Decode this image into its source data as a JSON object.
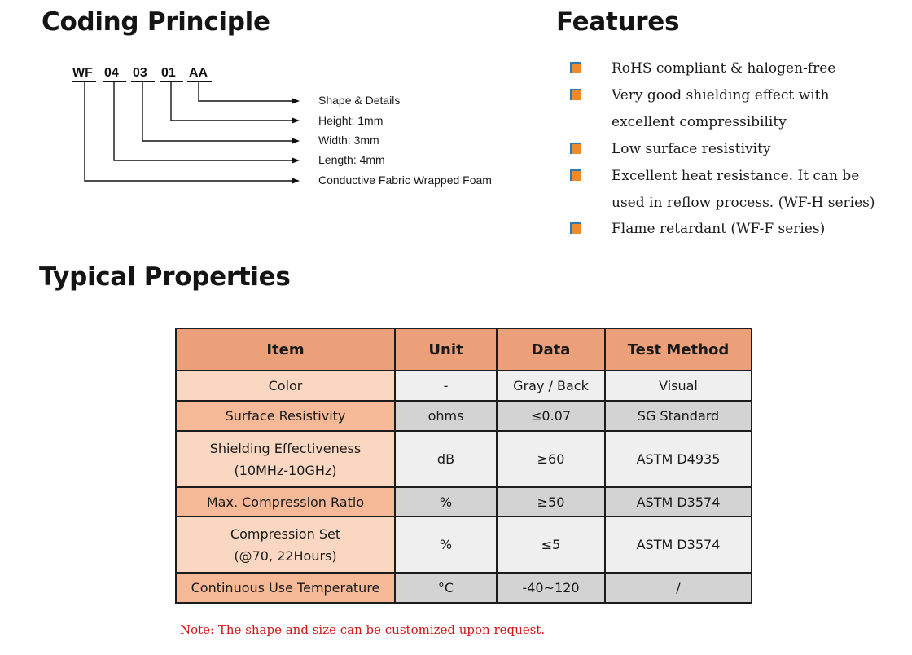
{
  "coding": {
    "title": "Coding Principle",
    "parts": [
      "WF",
      "04",
      "03",
      "01",
      "AA"
    ],
    "labels": [
      "Shape & Details",
      "Height: 1mm",
      "Width: 3mm",
      "Length: 4mm",
      "Conductive Fabric Wrapped Foam"
    ]
  },
  "features": {
    "title": "Features",
    "items": [
      "RoHS compliant & halogen-free",
      "Very good shielding effect with excellent compressibility",
      "Low surface resistivity",
      "Excellent heat resistance. It can be used in reflow process. (WF-H series)",
      "Flame retardant (WF-F series)"
    ]
  },
  "properties": {
    "title": "Typical Properties",
    "headers": [
      "Item",
      "Unit",
      "Data",
      "Test Method"
    ],
    "rows": [
      {
        "item": "Color",
        "item2": "",
        "unit": "-",
        "data": "Gray / Back",
        "method": "Visual"
      },
      {
        "item": "Surface Resistivity",
        "item2": "",
        "unit": "ohms",
        "data": "≤0.07",
        "method": "SG Standard"
      },
      {
        "item": "Shielding Effectiveness",
        "item2": "(10MHz-10GHz)",
        "unit": "dB",
        "data": "≥60",
        "method": "ASTM D4935"
      },
      {
        "item": "Max. Compression Ratio",
        "item2": "",
        "unit": "%",
        "data": "≥50",
        "method": "ASTM D3574"
      },
      {
        "item": "Compression Set",
        "item2": "(@70, 22Hours)",
        "unit": "%",
        "data": "≤5",
        "method": "ASTM D3574"
      },
      {
        "item": "Continuous Use Temperature",
        "item2": "",
        "unit": "°C",
        "data": "-40~120",
        "method": "/"
      }
    ]
  },
  "note": "Note: The shape and size can be customized upon request."
}
